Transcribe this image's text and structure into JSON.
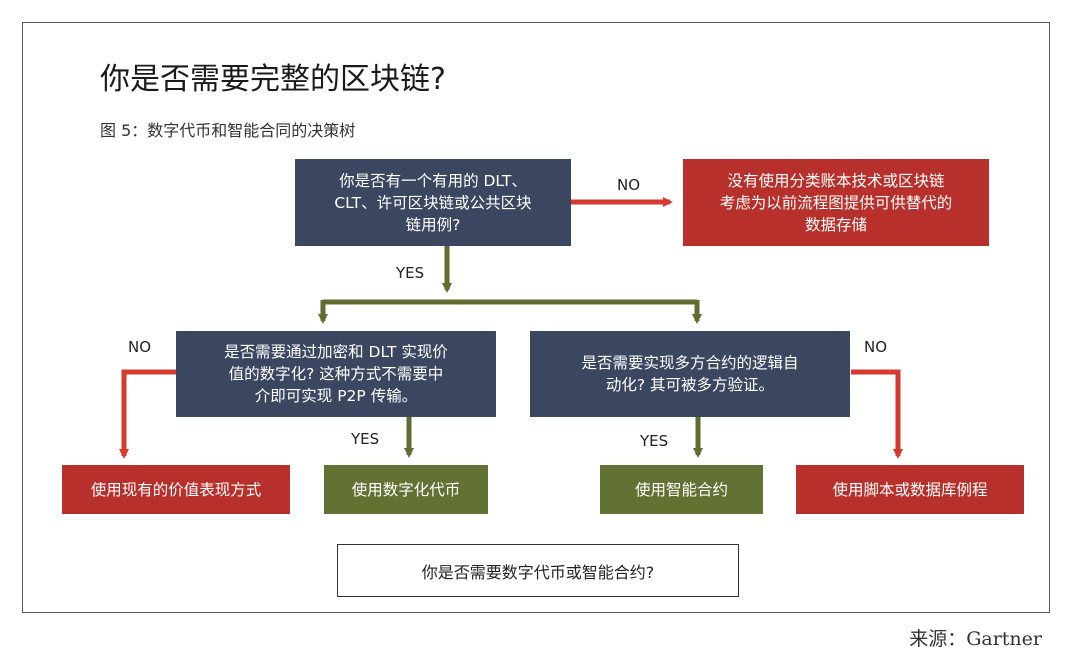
{
  "title": "你是否需要完整的区块链?",
  "subtitle": "图 5：数字代币和智能合同的决策树",
  "nodes": {
    "q1": {
      "lines": [
        "你是否有一个有用的 DLT、",
        "CLT、许可区块链或公共区块",
        "链用例?"
      ]
    },
    "no_dlt": {
      "lines": [
        "没有使用分类账本技术或区块链",
        "考虑为以前流程图提供可供替代的",
        "数据存储"
      ]
    },
    "q2": {
      "lines": [
        "是否需要通过加密和 DLT 实现价",
        "值的数字化? 这种方式不需要中",
        "介即可实现 P2P 传输。"
      ]
    },
    "q3": {
      "lines": [
        "是否需要实现多方合约的逻辑自",
        "动化? 其可被多方验证。"
      ]
    },
    "existing_value": {
      "lines": [
        "使用现有的价值表现方式"
      ]
    },
    "digital_token": {
      "lines": [
        "使用数字化代币"
      ]
    },
    "smart_contract": {
      "lines": [
        "使用智能合约"
      ]
    },
    "script_db": {
      "lines": [
        "使用脚本或数据库例程"
      ]
    },
    "bottom_question": {
      "lines": [
        "你是否需要数字代币或智能合约?"
      ]
    }
  },
  "edge_labels": {
    "q1_no": "NO",
    "q1_yes": "YES",
    "q2_no": "NO",
    "q2_yes": "YES",
    "q3_yes": "YES",
    "q3_no": "NO"
  },
  "colors": {
    "question_box": "#3b4660",
    "no_outcome": "#b8302b",
    "yes_outcome": "#617232",
    "no_arrow": "#d63a2f",
    "yes_arrow": "#5e6e2e"
  },
  "source": "来源：Gartner"
}
